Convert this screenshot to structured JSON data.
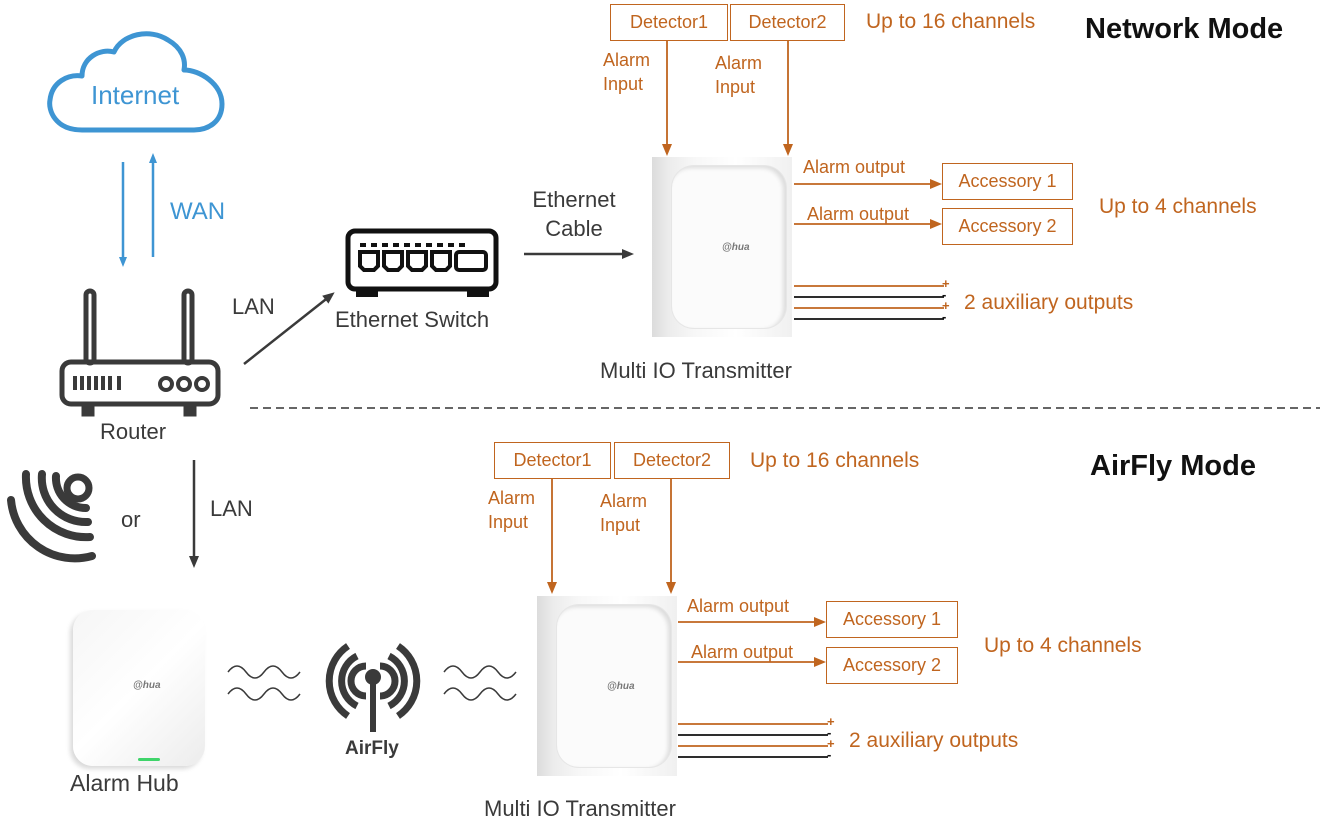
{
  "colors": {
    "orange": "#c0651f",
    "blue": "#3e95d3",
    "dark": "#3a3a3a",
    "title": "#111111"
  },
  "network_mode": {
    "title": "Network Mode",
    "internet_label": "Internet",
    "wan_label": "WAN",
    "router_label": "Router",
    "lan_label": "LAN",
    "switch_label": "Ethernet Switch",
    "cable_label_line1": "Ethernet",
    "cable_label_line2": "Cable",
    "transmitter_label": "Multi IO Transmitter",
    "transmitter_logo": "@hua",
    "detectors": [
      "Detector1",
      "Detector2"
    ],
    "detectors_note": "Up to 16 channels",
    "alarm_input_labels": [
      {
        "line1": "Alarm",
        "line2": "Input"
      },
      {
        "line1": "Alarm",
        "line2": "Input"
      }
    ],
    "alarm_output_labels": [
      "Alarm output",
      "Alarm output"
    ],
    "accessories": [
      "Accessory 1",
      "Accessory 2"
    ],
    "accessories_note": "Up to 4 channels",
    "aux_note": "2 auxiliary outputs",
    "aux_polarity": [
      "+",
      "-",
      "+",
      "-"
    ]
  },
  "airfly_mode": {
    "title": "AirFly Mode",
    "or_label": "or",
    "lan_label": "LAN",
    "hub_label": "Alarm Hub",
    "hub_logo": "@hua",
    "airfly_label": "AirFly",
    "transmitter_label": "Multi IO Transmitter",
    "transmitter_logo": "@hua",
    "detectors": [
      "Detector1",
      "Detector2"
    ],
    "detectors_note": "Up to 16 channels",
    "alarm_input_labels": [
      {
        "line1": "Alarm",
        "line2": "Input"
      },
      {
        "line1": "Alarm",
        "line2": "Input"
      }
    ],
    "alarm_output_labels": [
      "Alarm output",
      "Alarm output"
    ],
    "accessories": [
      "Accessory 1",
      "Accessory 2"
    ],
    "accessories_note": "Up to 4 channels",
    "aux_note": "2 auxiliary outputs",
    "aux_polarity": [
      "+",
      "-",
      "+",
      "-"
    ]
  }
}
